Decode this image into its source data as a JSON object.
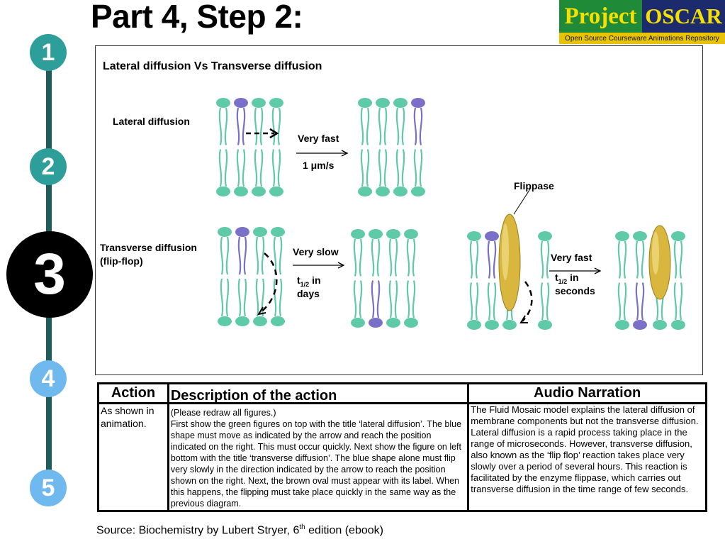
{
  "title": "Part 4, Step 2:",
  "logo": {
    "part1": "Project",
    "part2": "OSCAR",
    "subtitle": "Open Source Courseware Animations Repository"
  },
  "steps": [
    {
      "label": "1",
      "color": "#2e9e9a",
      "active": false
    },
    {
      "label": "2",
      "color": "#2e9e9a",
      "active": false
    },
    {
      "label": "3",
      "color": "#000000",
      "active": true
    },
    {
      "label": "4",
      "color": "#6fb9ee",
      "active": false
    },
    {
      "label": "5",
      "color": "#6fb9ee",
      "active": false
    }
  ],
  "diagram": {
    "heading": "Lateral diffusion Vs Transverse diffusion",
    "lateral_label": "Lateral diffusion",
    "lateral_speed": "Very fast",
    "lateral_rate": "1 μm/s",
    "transverse_label_1": "Transverse diffusion",
    "transverse_label_2": "(flip-flop)",
    "transverse_speed": "Very slow",
    "transverse_t": "t",
    "transverse_sub": "1/2",
    "transverse_in": " in",
    "transverse_unit": "days",
    "flippase_label": "Flippase",
    "flippase_speed": "Very fast",
    "flippase_t": "t",
    "flippase_sub": "1/2",
    "flippase_in": " in",
    "flippase_unit": "seconds",
    "colors": {
      "lipid": "#5fcaa8",
      "lipid_blue": "#7a70c8",
      "flippase": "#d9b73e"
    }
  },
  "table": {
    "action_header": "Action",
    "description_header": "Description of the action",
    "audio_header": "Audio Narration",
    "action_text": "As shown in animation.",
    "description_text": "(Please redraw all figures.)\nFirst show the green figures on top with the title ‘lateral diffusion’. The blue shape must move as indicated by the arrow and reach the position indicated on the right. This must occur quickly. Next show the figure on left bottom with the title ‘transverse diffusion’. The blue shape alone must flip very slowly in the direction indicated by the arrow to reach the position shown on the right. Next, the brown oval must appear with its label. When this happens, the flipping must take place quickly in the same way as the previous diagram.",
    "audio_text": "The Fluid Mosaic model explains the lateral diffusion of membrane components but not the transverse diffusion. Lateral diffusion is a rapid process taking place in the range of microseconds. However, transverse diffusion, also known as the ‘flip flop’ reaction takes place very slowly over a period of several hours. This reaction is facilitated by the enzyme flippase, which carries out transverse diffusion in the time range of few seconds."
  },
  "source": {
    "prefix": "Source: Biochemistry by Lubert Stryer, 6",
    "sup": "th",
    "suffix": " edition (ebook)"
  }
}
